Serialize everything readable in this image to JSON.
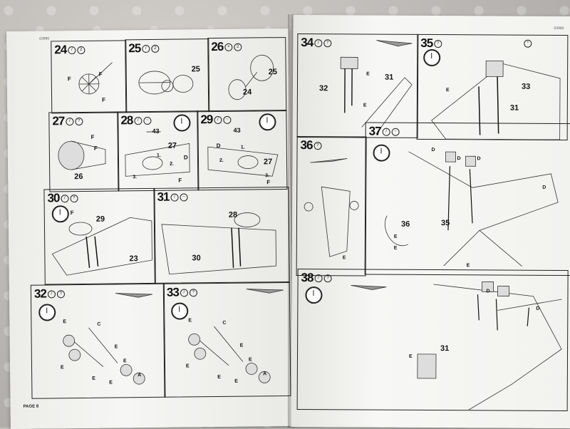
{
  "pages": {
    "left_code": "03980",
    "right_code": "03980",
    "footer": "PAGE 8"
  },
  "steps": [
    {
      "id": "s24",
      "number": "24",
      "labels": [
        "F",
        "F",
        "F"
      ]
    },
    {
      "id": "s25",
      "number": "25",
      "labels": [
        "25"
      ]
    },
    {
      "id": "s26",
      "number": "26",
      "labels": [
        "25",
        "24"
      ]
    },
    {
      "id": "s27",
      "number": "27",
      "labels": [
        "F",
        "F",
        "26"
      ]
    },
    {
      "id": "s28",
      "number": "28",
      "labels": [
        "43",
        "27",
        "1.",
        "2.",
        "3.",
        "D",
        "F"
      ]
    },
    {
      "id": "s29",
      "number": "29",
      "labels": [
        "43",
        "27",
        "1.",
        "2.",
        "3.",
        "D",
        "F"
      ]
    },
    {
      "id": "s30",
      "number": "30",
      "labels": [
        "29",
        "23",
        "F"
      ]
    },
    {
      "id": "s31",
      "number": "31",
      "labels": [
        "28",
        "30"
      ]
    },
    {
      "id": "s32",
      "number": "32",
      "labels": [
        "E",
        "E",
        "C",
        "E",
        "E",
        "E",
        "E",
        "A"
      ]
    },
    {
      "id": "s33",
      "number": "33",
      "labels": [
        "E",
        "E",
        "C",
        "E",
        "E",
        "E",
        "E",
        "A"
      ]
    },
    {
      "id": "s34",
      "number": "34",
      "labels": [
        "32",
        "31",
        "E",
        "E"
      ]
    },
    {
      "id": "s35",
      "number": "35",
      "labels": [
        "33",
        "31",
        "E"
      ]
    },
    {
      "id": "s36",
      "number": "36",
      "labels": [
        "E"
      ]
    },
    {
      "id": "s37",
      "number": "37",
      "labels": [
        "36",
        "35",
        "D",
        "D",
        "D",
        "D",
        "E",
        "E",
        "E"
      ]
    },
    {
      "id": "s38",
      "number": "38",
      "labels": [
        "31",
        "D",
        "D",
        "E"
      ]
    }
  ]
}
